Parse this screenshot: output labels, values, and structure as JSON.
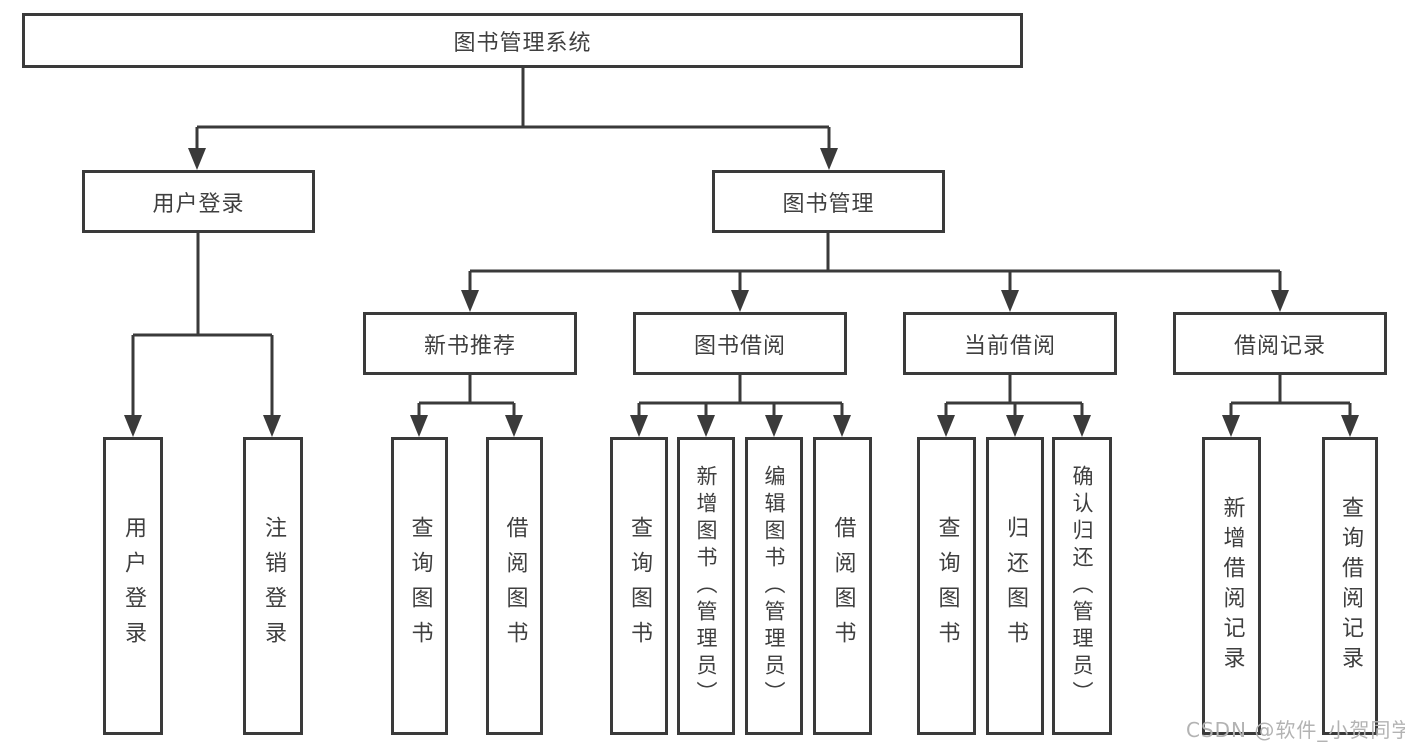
{
  "diagram": {
    "root": {
      "label": "图书管理系统"
    },
    "branches": [
      {
        "label": "用户登录",
        "children": [
          {
            "label": "用户登录"
          },
          {
            "label": "注销登录"
          }
        ]
      },
      {
        "label": "图书管理",
        "children": [
          {
            "label": "新书推荐",
            "children": [
              {
                "label": "查询图书"
              },
              {
                "label": "借阅图书"
              }
            ]
          },
          {
            "label": "图书借阅",
            "children": [
              {
                "label": "查询图书"
              },
              {
                "label": "新增图书（管理员）"
              },
              {
                "label": "编辑图书（管理员）"
              },
              {
                "label": "借阅图书"
              }
            ]
          },
          {
            "label": "当前借阅",
            "children": [
              {
                "label": "查询图书"
              },
              {
                "label": "归还图书"
              },
              {
                "label": "确认归还（管理员）"
              }
            ]
          },
          {
            "label": "借阅记录",
            "children": [
              {
                "label": "新增借阅记录"
              },
              {
                "label": "查询借阅记录"
              }
            ]
          }
        ]
      }
    ]
  },
  "watermark": {
    "text": "CSDN @软件_小贺同学"
  },
  "colors": {
    "line": "#3a3a3a",
    "text": "#3f3f3f",
    "box_background": "#ffffff",
    "watermark": "#b3b3b3",
    "background": "#ffffff"
  }
}
